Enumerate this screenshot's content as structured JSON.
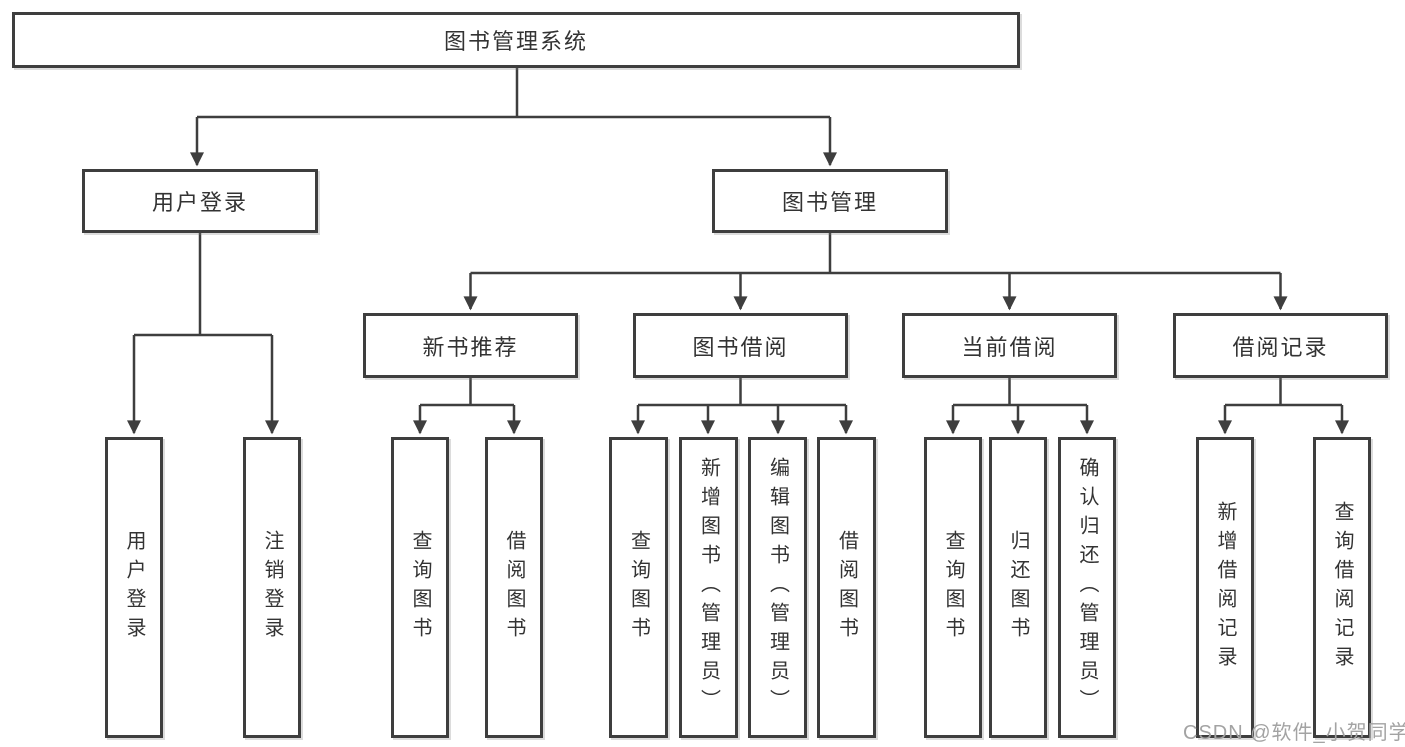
{
  "colors": {
    "line": "#3e3e3e",
    "text": "#333333",
    "watermark": "#a3a3a3",
    "bg": "#ffffff"
  },
  "diagram": {
    "root": {
      "label": "图书管理系统"
    },
    "branches": [
      {
        "label": "用户登录",
        "children": [
          {
            "label": "用户登录"
          },
          {
            "label": "注销登录"
          }
        ]
      },
      {
        "label": "图书管理",
        "children": [
          {
            "label": "新书推荐",
            "children": [
              {
                "label": "查询图书"
              },
              {
                "label": "借阅图书"
              }
            ]
          },
          {
            "label": "图书借阅",
            "children": [
              {
                "label": "查询图书"
              },
              {
                "label": "新增图书（管理员）"
              },
              {
                "label": "编辑图书（管理员）"
              },
              {
                "label": "借阅图书"
              }
            ]
          },
          {
            "label": "当前借阅",
            "children": [
              {
                "label": "查询图书"
              },
              {
                "label": "归还图书"
              },
              {
                "label": "确认归还（管理员）"
              }
            ]
          },
          {
            "label": "借阅记录",
            "children": [
              {
                "label": "新增借阅记录"
              },
              {
                "label": "查询借阅记录"
              }
            ]
          }
        ]
      }
    ]
  },
  "watermark": {
    "text": "CSDN @软件_小贺同学"
  }
}
